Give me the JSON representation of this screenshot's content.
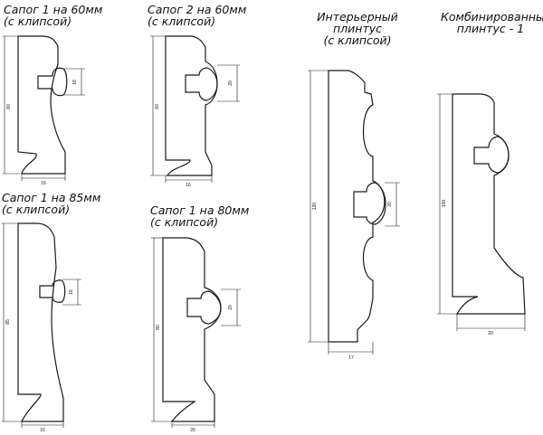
{
  "profiles": [
    {
      "title_lines": [
        "Сапог 1 на 60мм",
        "(с клипсой)"
      ],
      "height_label": "60",
      "width_label": "16",
      "clip_label": "16"
    },
    {
      "title_lines": [
        "Сапог 2 на 60мм",
        "(с клипсой)"
      ],
      "height_label": "60",
      "width_label": "16",
      "clip_label": "20"
    },
    {
      "title_lines": [
        "Интерьерный",
        "плинтус",
        "(с клипсой)"
      ],
      "height_label": "120",
      "width_label": "17",
      "clip_label": "20"
    },
    {
      "title_lines": [
        "Комбинированный",
        "плинтус - 1"
      ],
      "height_label": "100",
      "width_label": "20",
      "clip_label": ""
    },
    {
      "title_lines": [
        "Сапог 1 на 85мм",
        "(с клипсой)"
      ],
      "height_label": "85",
      "width_label": "16",
      "clip_label": "16"
    },
    {
      "title_lines": [
        "Сапог 1 на 80мм",
        "(с клипсой)"
      ],
      "height_label": "80",
      "width_label": "20",
      "clip_label": "20"
    }
  ]
}
